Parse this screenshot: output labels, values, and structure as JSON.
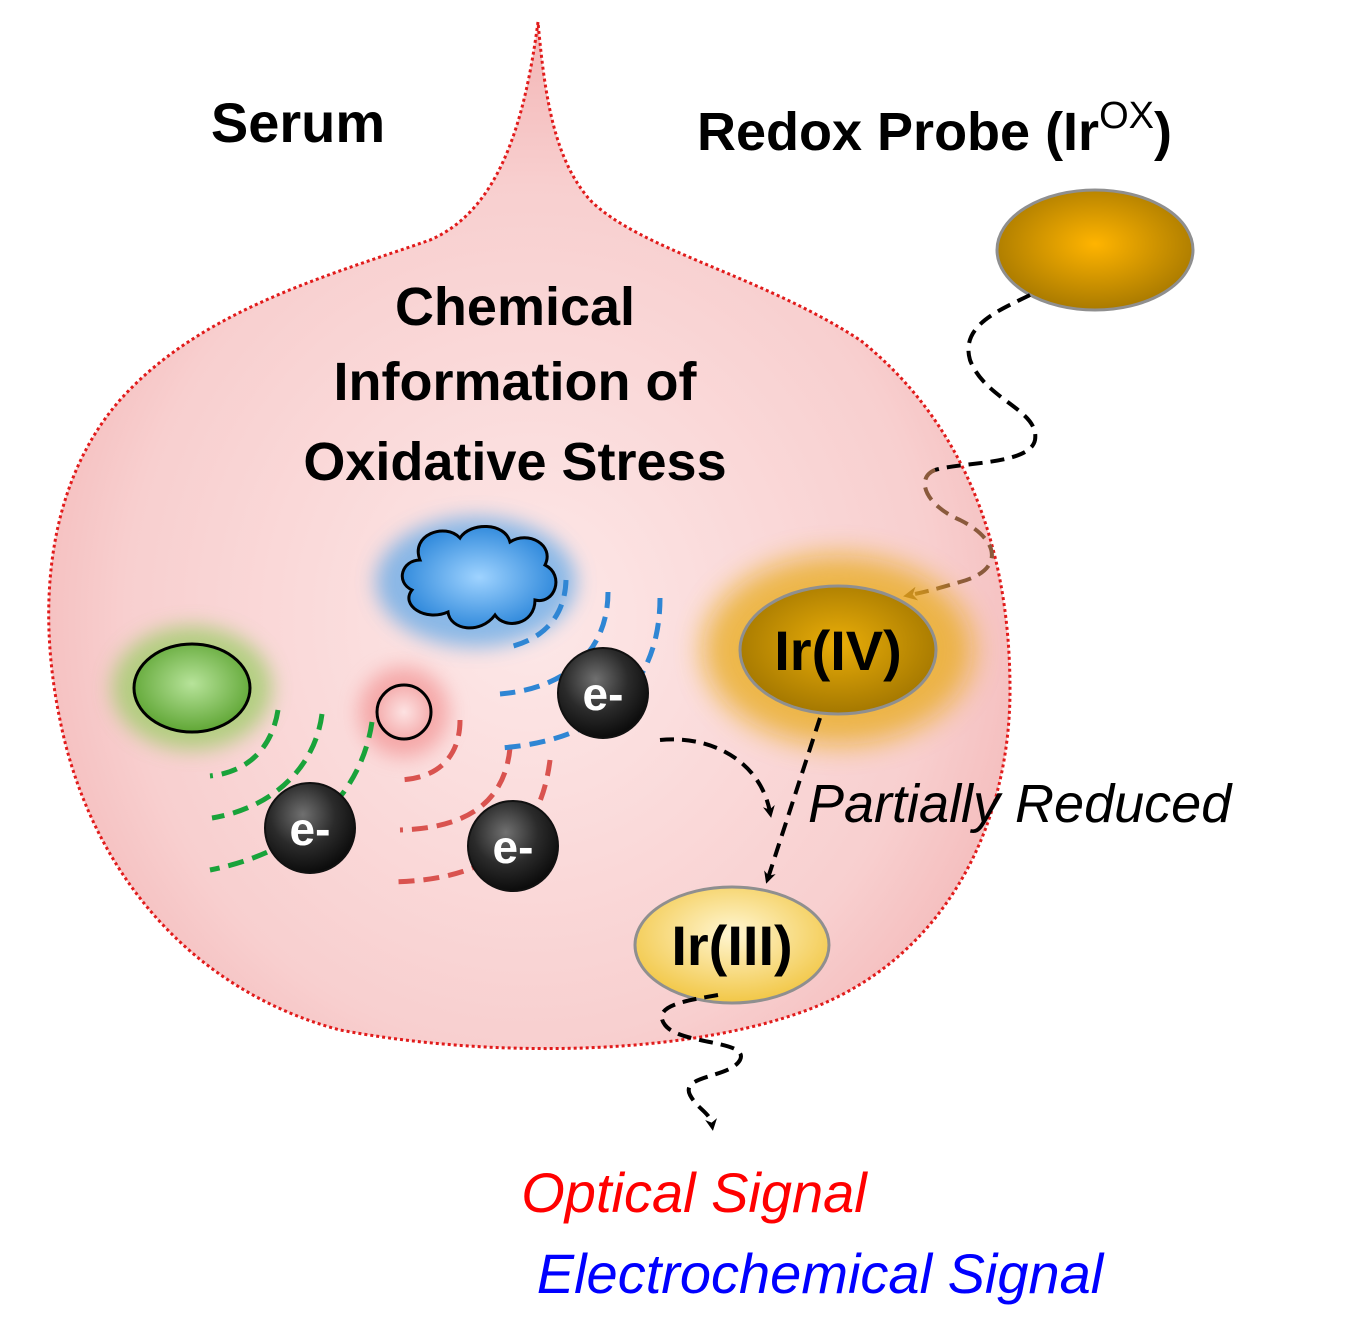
{
  "labels": {
    "serum": "Serum",
    "probe_main": "Redox Probe (Ir",
    "probe_sup": "OX",
    "probe_close": ")",
    "chemical_line1": "Chemical",
    "chemical_line2": "Information of",
    "chemical_line3": "Oxidative Stress",
    "ir_iv": "Ir(IV)",
    "ir_iii": "Ir(III)",
    "partially_reduced": "Partially Reduced",
    "electron": "e-",
    "optical_signal": "Optical Signal",
    "electrochemical_signal": "Electrochemical Signal"
  },
  "colors": {
    "serum_fill": "#f6c4c4",
    "serum_outline": "#e11b1b",
    "probe_gold": "#c8960a",
    "ir_iv_gold": "#b98a05",
    "ir_iii_yellow": "#f5d45e",
    "green_species": "#6aab33",
    "blue_species": "#2f86d4",
    "red_species": "#f08c8c",
    "optical_text": "#ff0000",
    "electrochemical_text": "#0000ff"
  }
}
